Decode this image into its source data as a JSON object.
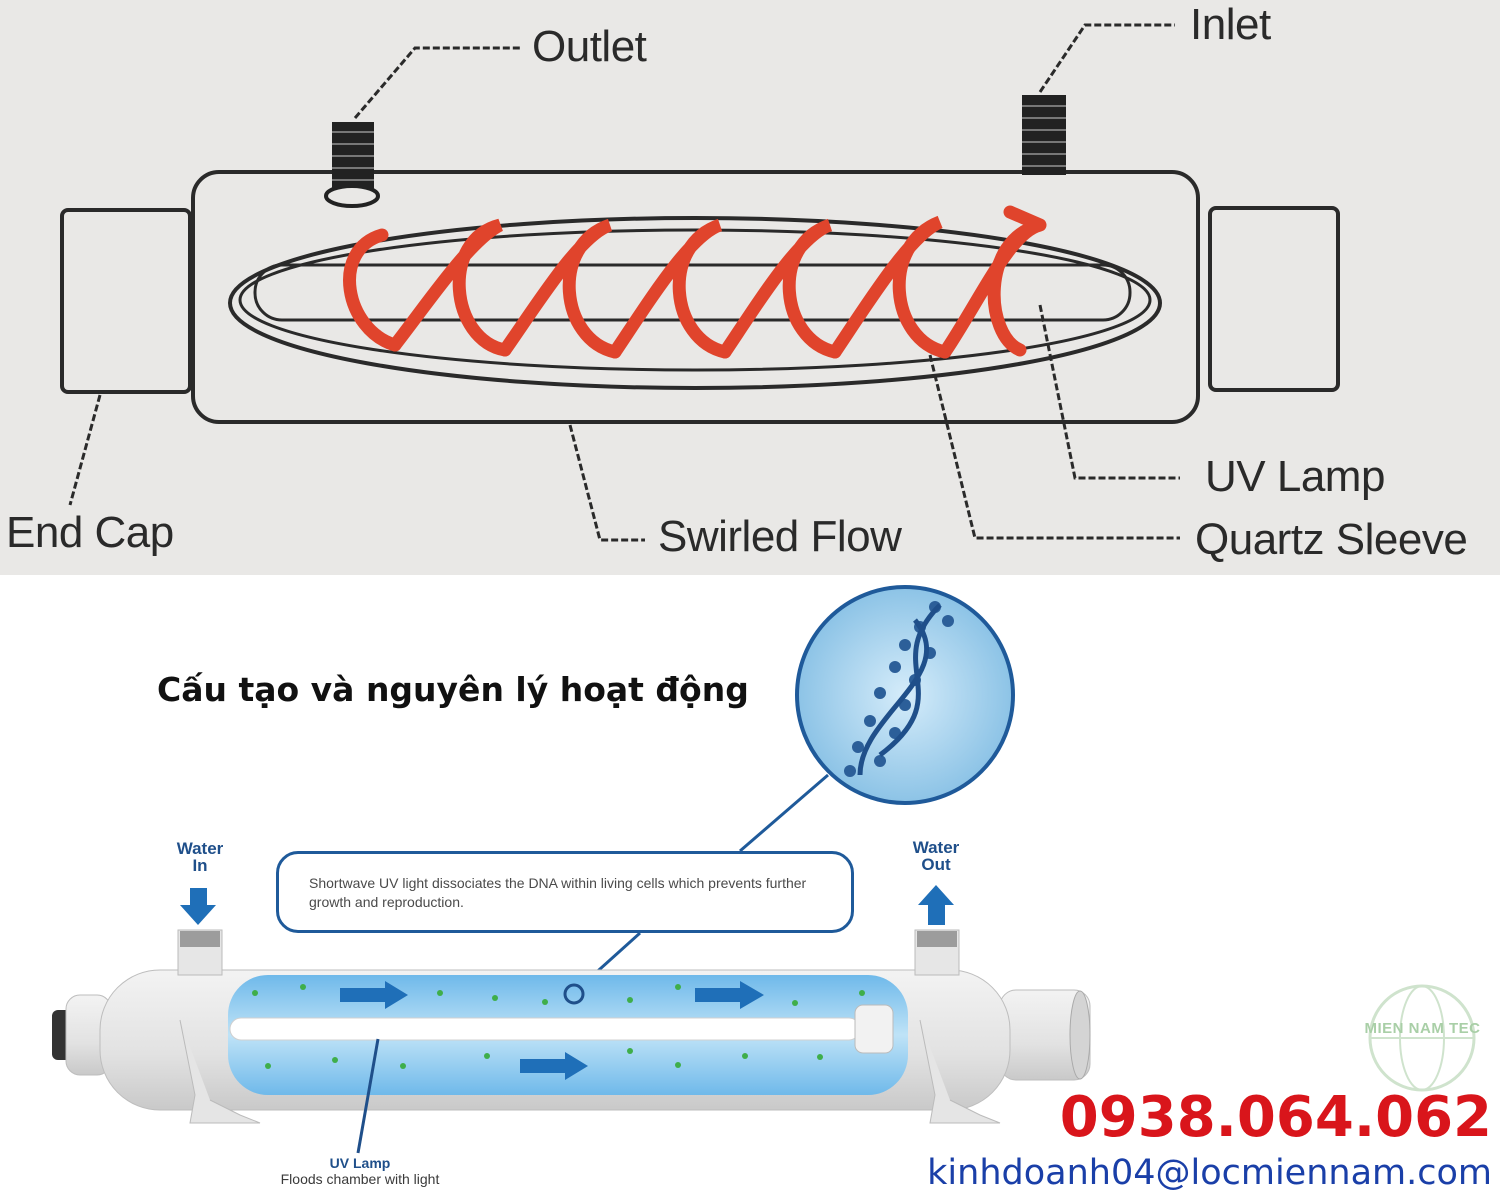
{
  "top_diagram": {
    "labels": {
      "outlet": "Outlet",
      "inlet": "Inlet",
      "end_cap": "End Cap",
      "swirled_flow": "Swirled Flow",
      "uv_lamp": "UV Lamp",
      "quartz_sleeve": "Quartz Sleeve"
    },
    "colors": {
      "swirl": "#e0442c",
      "line": "#2a2a2a",
      "background": "#e9e8e6"
    }
  },
  "bottom_diagram": {
    "title": "Cấu tạo và nguyên lý hoạt động",
    "water_in": [
      "Water",
      "In"
    ],
    "water_out": [
      "Water",
      "Out"
    ],
    "callout_text": "Shortwave UV light dissociates the DNA within living cells which prevents further growth and reproduction.",
    "uv_lamp_title": "UV Lamp",
    "uv_lamp_desc": "Floods chamber with light",
    "colors": {
      "accent": "#1f5a9a",
      "water": "#7fc3ee",
      "particles": "#3fae4a"
    }
  },
  "contact": {
    "phone": "0938.064.062",
    "email": "kinhdoanh04@locmiennam.com"
  },
  "watermark": {
    "text": "MIEN NAM TEC"
  }
}
